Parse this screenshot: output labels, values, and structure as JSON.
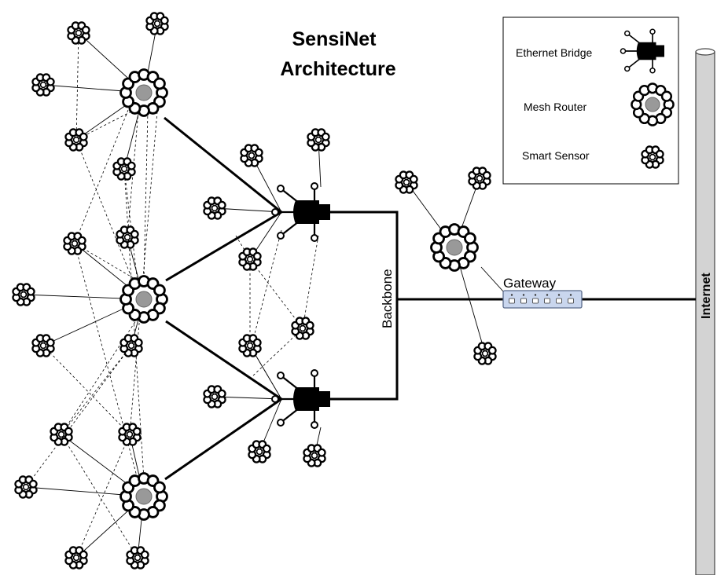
{
  "title": {
    "line1": "SensiNet",
    "line2": "Architecture"
  },
  "legend": {
    "items": [
      {
        "label": "Ethernet Bridge",
        "icon": "ethernet-bridge-icon"
      },
      {
        "label": "Mesh Router",
        "icon": "mesh-router-icon"
      },
      {
        "label": "Smart Sensor",
        "icon": "smart-sensor-icon"
      }
    ]
  },
  "labels": {
    "backbone": "Backbone",
    "gateway": "Gateway",
    "internet": "Internet"
  },
  "colors": {
    "line": "#000000",
    "router_center": "#999999",
    "gateway_fill": "#c9d6ee",
    "internet_pipe": "#d3d3d3"
  }
}
